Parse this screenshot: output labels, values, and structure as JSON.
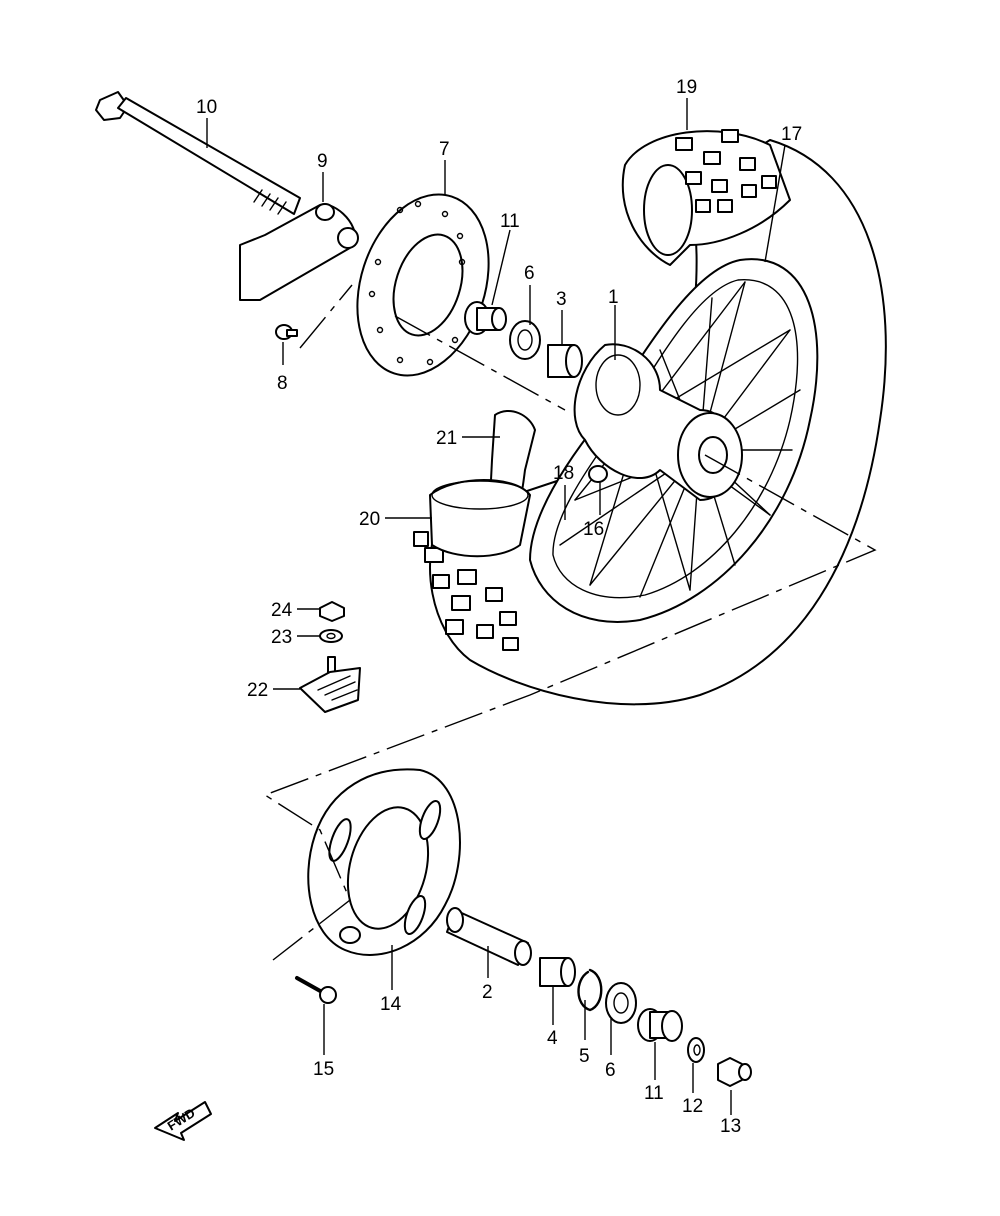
{
  "callouts": [
    {
      "id": "c1",
      "text": "1"
    },
    {
      "id": "c2",
      "text": "2"
    },
    {
      "id": "c3",
      "text": "3"
    },
    {
      "id": "c4",
      "text": "4"
    },
    {
      "id": "c5",
      "text": "5"
    },
    {
      "id": "c6a",
      "text": "6"
    },
    {
      "id": "c6b",
      "text": "6"
    },
    {
      "id": "c7",
      "text": "7"
    },
    {
      "id": "c8",
      "text": "8"
    },
    {
      "id": "c9",
      "text": "9"
    },
    {
      "id": "c10",
      "text": "10"
    },
    {
      "id": "c11a",
      "text": "11"
    },
    {
      "id": "c11b",
      "text": "11"
    },
    {
      "id": "c12",
      "text": "12"
    },
    {
      "id": "c13",
      "text": "13"
    },
    {
      "id": "c14",
      "text": "14"
    },
    {
      "id": "c15",
      "text": "15"
    },
    {
      "id": "c16",
      "text": "16"
    },
    {
      "id": "c17",
      "text": "17"
    },
    {
      "id": "c18",
      "text": "18"
    },
    {
      "id": "c19",
      "text": "19"
    },
    {
      "id": "c20",
      "text": "20"
    },
    {
      "id": "c21",
      "text": "21"
    },
    {
      "id": "c22",
      "text": "22"
    },
    {
      "id": "c23",
      "text": "23"
    },
    {
      "id": "c24",
      "text": "24"
    }
  ],
  "fwd_label": "FWD"
}
